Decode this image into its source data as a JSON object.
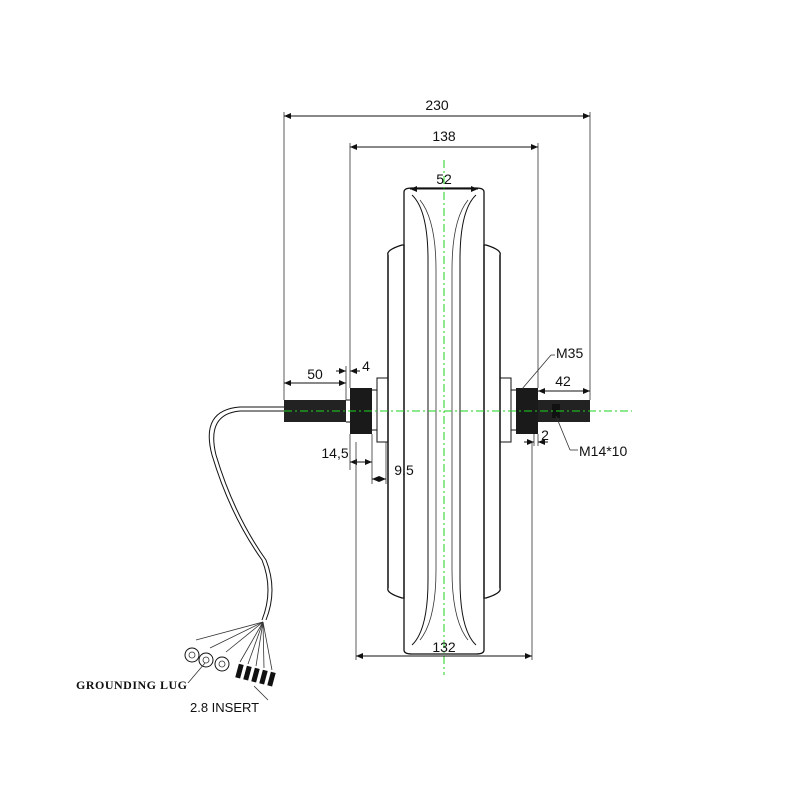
{
  "dimensions": {
    "overall_width": "230",
    "outer_width": "138",
    "rim_width": "52",
    "axle_left": "50",
    "flange_gap": "4",
    "thread_right": "M35",
    "axle_right": "42",
    "spacer_right": "2",
    "bolt_spec": "M14*10",
    "hub_offset": "14,5",
    "bearing_width": "9,5",
    "inner_width": "132"
  },
  "labels": {
    "grounding_lug": "GROUNDING LUG",
    "insert": "2.8 INSERT"
  },
  "colors": {
    "line": "#111111",
    "center_line": "#1ed11e",
    "background": "#ffffff"
  }
}
